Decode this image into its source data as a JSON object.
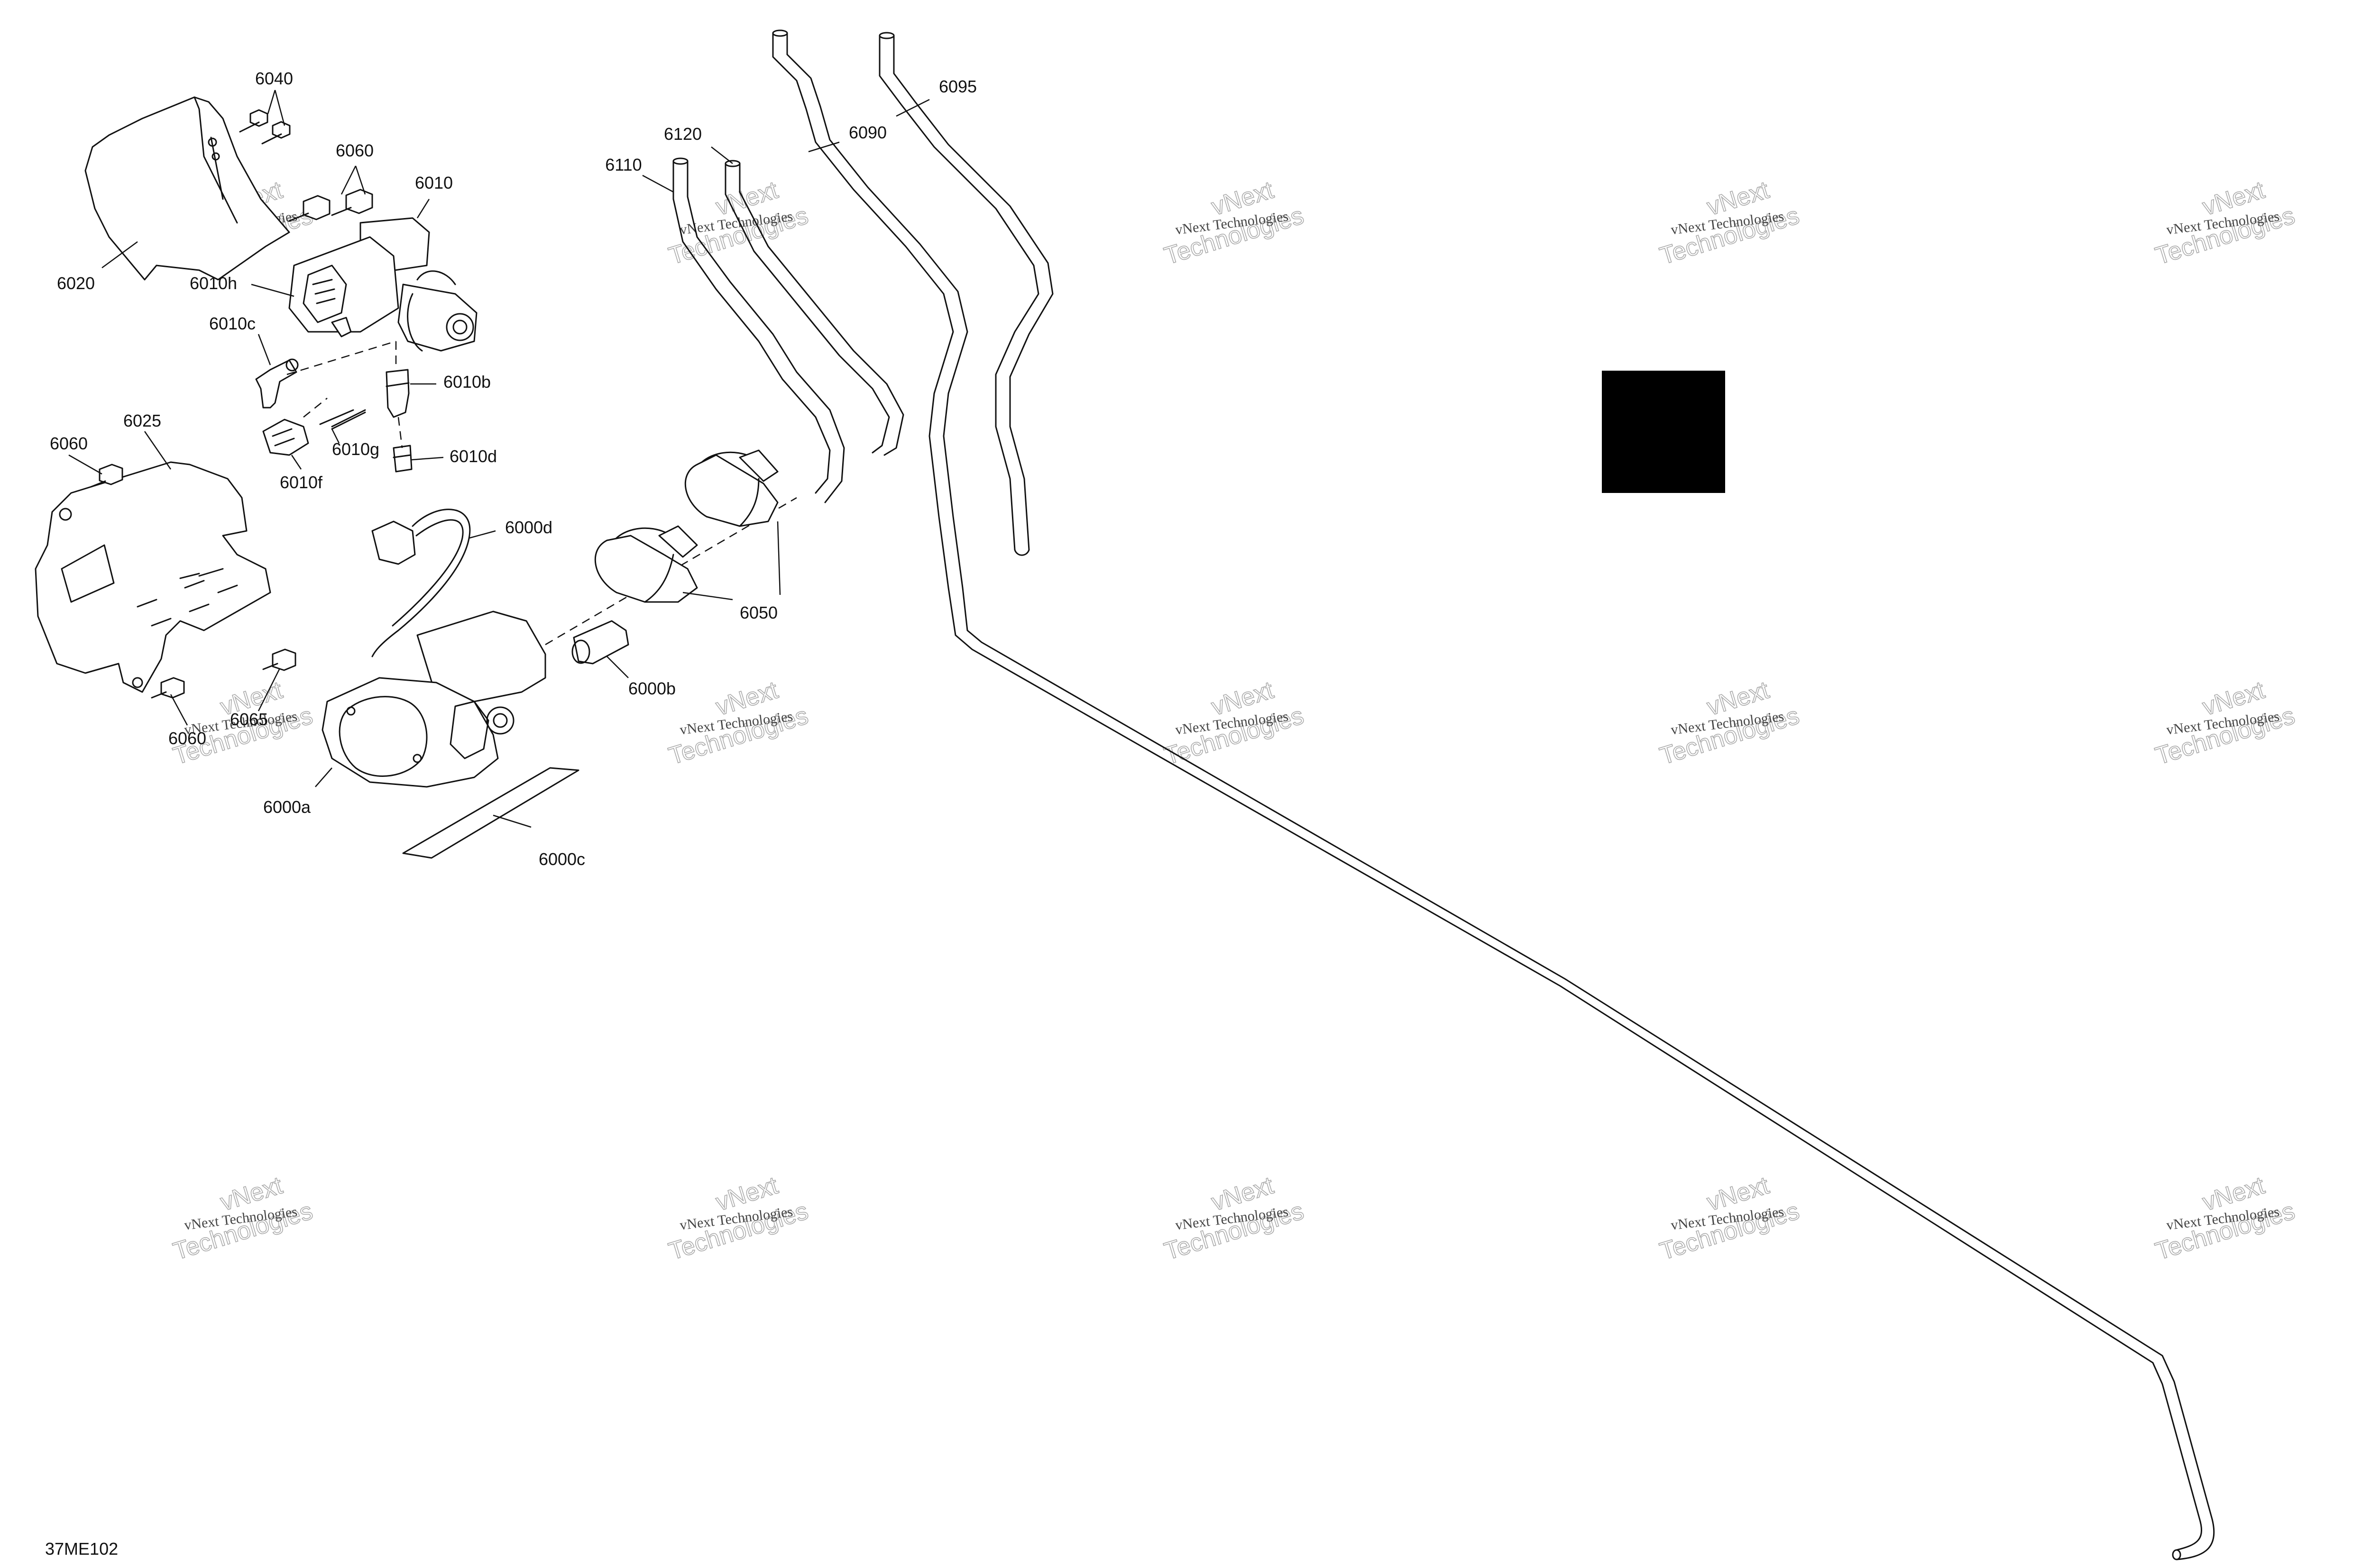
{
  "diagram": {
    "drawing_code": "37ME102",
    "blocked_region_color": "#000000",
    "callouts": {
      "c6040": "6040",
      "c6060a": "6060",
      "c6010": "6010",
      "c6020": "6020",
      "c6010h": "6010h",
      "c6010c": "6010c",
      "c6010b": "6010b",
      "c6010g": "6010g",
      "c6010f": "6010f",
      "c6010d": "6010d",
      "c6025": "6025",
      "c6060b": "6060",
      "c6065": "6065",
      "c6060c": "6060",
      "c6000d": "6000d",
      "c6000b": "6000b",
      "c6000a": "6000a",
      "c6000c": "6000c",
      "c6050": "6050",
      "c6110": "6110",
      "c6120": "6120",
      "c6090": "6090",
      "c6095": "6095"
    },
    "watermark": {
      "line_small": "vNext Technologies",
      "line_big_1": "vNext",
      "line_big_2": "Technologies"
    }
  }
}
